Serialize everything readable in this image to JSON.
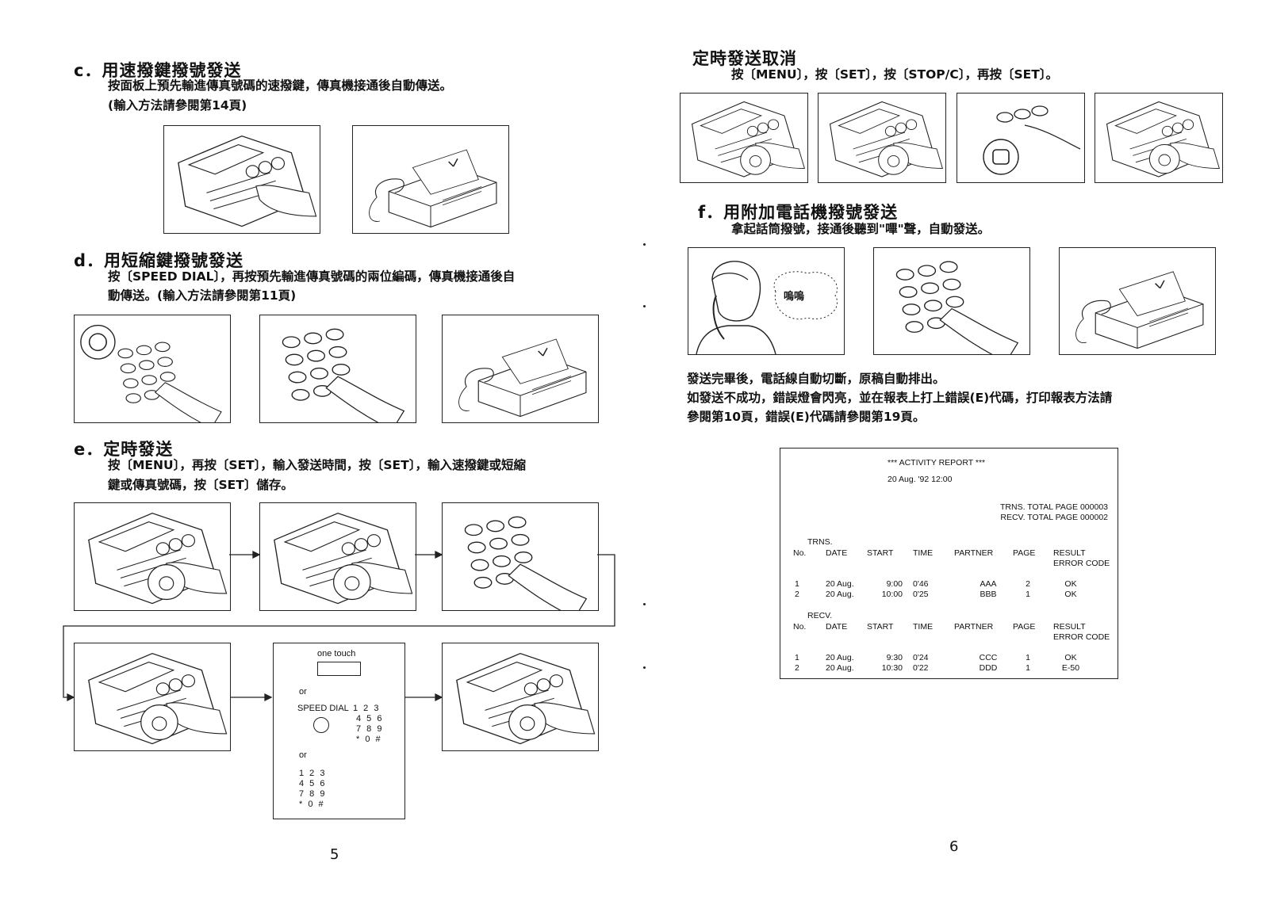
{
  "left_page": {
    "section_c": {
      "heading": "c．用速撥鍵撥號發送",
      "line1": "按面板上預先輸進傳真號碼的速撥鍵，傳真機接通後自動傳送。",
      "line2": "(輸入方法請參閱第14頁)"
    },
    "section_d": {
      "heading": "d．用短縮鍵撥號發送",
      "line1": "按〔SPEED DIAL〕，再按預先輸進傳真號碼的兩位編碼，傳真機接通後自",
      "line2": "動傳送。(輸入方法請參閱第11頁)"
    },
    "section_e": {
      "heading": "e．定時發送",
      "line1": "按〔MENU〕，再按〔SET〕，輸入發送時間，按〔SET〕，輸入速撥鍵或短縮",
      "line2": "鍵或傳真號碼，按〔SET〕儲存。"
    },
    "one_touch_panel": {
      "one_touch": "one touch",
      "or1": "or",
      "speed_dial": "SPEED DIAL",
      "sd_keys": [
        "1 2 3",
        "4 5 6",
        "7 8 9",
        "* 0 #"
      ],
      "or2": "or",
      "keys": [
        "1 2 3",
        "4 5 6",
        "7 8 9",
        "* 0 #"
      ]
    },
    "page_number": "5"
  },
  "right_page": {
    "cancel": {
      "heading": "定時發送取消",
      "line1": "按〔MENU〕，按〔SET〕，按〔STOP/C〕，再按〔SET〕。"
    },
    "section_f": {
      "heading": "f．用附加電話機撥號發送",
      "line1": "拿起話筒撥號，接通後聽到\"嗶\"聲，自動發送。",
      "bubble": "嗚嗚"
    },
    "notes": {
      "line1": "發送完畢後，電話線自動切斷，原稿自動排出。",
      "line2": "如發送不成功，錯誤燈會閃亮，並在報表上打上錯誤(E)代碼，打印報表方法請",
      "line3": "參閱第10頁，錯誤(E)代碼請參閱第19頁。"
    },
    "report": {
      "title": "*** ACTIVITY REPORT ***",
      "date": "20 Aug. '92 12:00",
      "trns_total": "TRNS. TOTAL PAGE 000003",
      "recv_total": "RECV. TOTAL PAGE 000002",
      "trns_label": "TRNS.",
      "recv_label": "RECV.",
      "headers": [
        "No.",
        "DATE",
        "START",
        "TIME",
        "PARTNER",
        "PAGE",
        "RESULT"
      ],
      "error_code": "ERROR CODE",
      "trns_rows": [
        [
          "1",
          "20 Aug.",
          "9:00",
          "0'46",
          "AAA",
          "2",
          "OK"
        ],
        [
          "2",
          "20 Aug.",
          "10:00",
          "0'25",
          "BBB",
          "1",
          "OK"
        ]
      ],
      "recv_rows": [
        [
          "1",
          "20 Aug.",
          "9:30",
          "0'24",
          "CCC",
          "1",
          "OK"
        ],
        [
          "2",
          "20 Aug.",
          "10:30",
          "0'22",
          "DDD",
          "1",
          "E-50"
        ]
      ]
    },
    "page_number": "6"
  }
}
